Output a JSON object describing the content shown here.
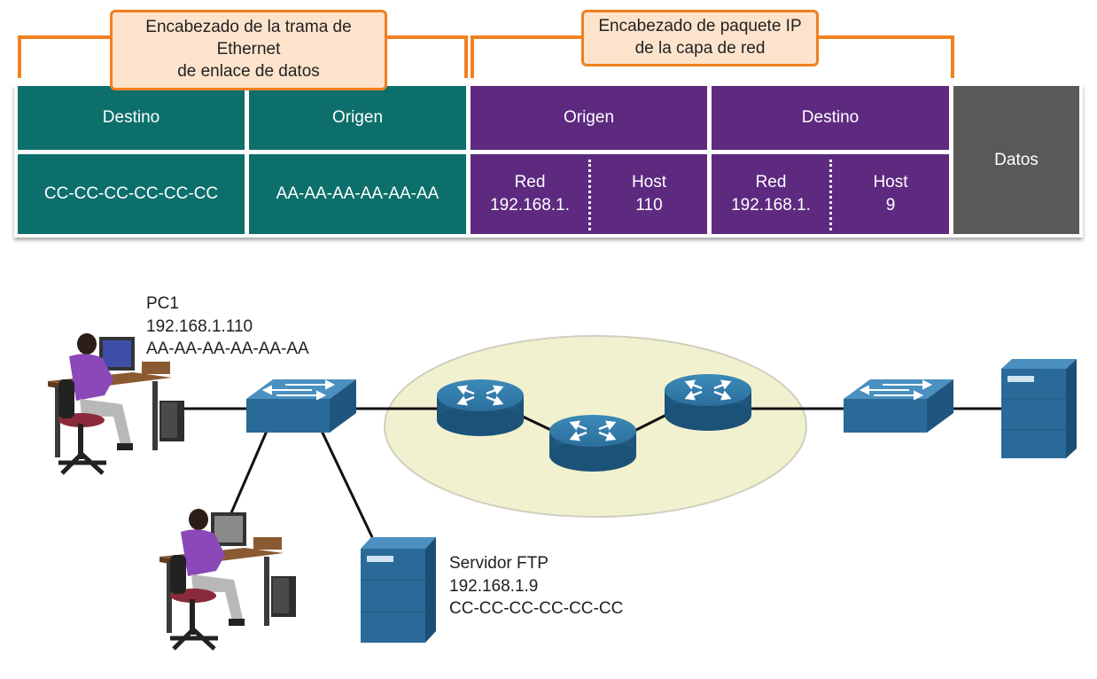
{
  "header_callouts": {
    "ethernet": {
      "line1": "Encabezado de la trama de",
      "line2": "Ethernet",
      "line3": "de enlace de datos"
    },
    "ip": {
      "line1": "Encabezado de paquete IP",
      "line2": "de la capa de red"
    }
  },
  "ethernet_frame": {
    "dest_header": "Destino",
    "src_header": "Origen",
    "dest_mac": "CC-CC-CC-CC-CC-CC",
    "src_mac": "AA-AA-AA-AA-AA-AA"
  },
  "ip_packet": {
    "src_header": "Origen",
    "dest_header": "Destino",
    "src_network_label": "Red",
    "src_network": "192.168.1.",
    "src_host_label": "Host",
    "src_host": "110",
    "dest_network_label": "Red",
    "dest_network": "192.168.1.",
    "dest_host_label": "Host",
    "dest_host": "9"
  },
  "data_label": "Datos",
  "pc1": {
    "name": "PC1",
    "ip": "192.168.1.110",
    "mac": "AA-AA-AA-AA-AA-AA"
  },
  "ftp_server": {
    "name": "Servidor FTP",
    "ip": "192.168.1.9",
    "mac": "CC-CC-CC-CC-CC-CC"
  },
  "colors": {
    "ethernet_fields": "#0d6f6b",
    "ip_fields": "#5e2a80",
    "data_field": "#5b5859",
    "callout_border": "#f08020",
    "callout_fill": "#fde3cc",
    "network_cloud": "#f2f1cf",
    "device_blue": "#2a6a98"
  },
  "icons": [
    "pc-user-icon",
    "switch-icon",
    "router-icon",
    "server-icon"
  ]
}
